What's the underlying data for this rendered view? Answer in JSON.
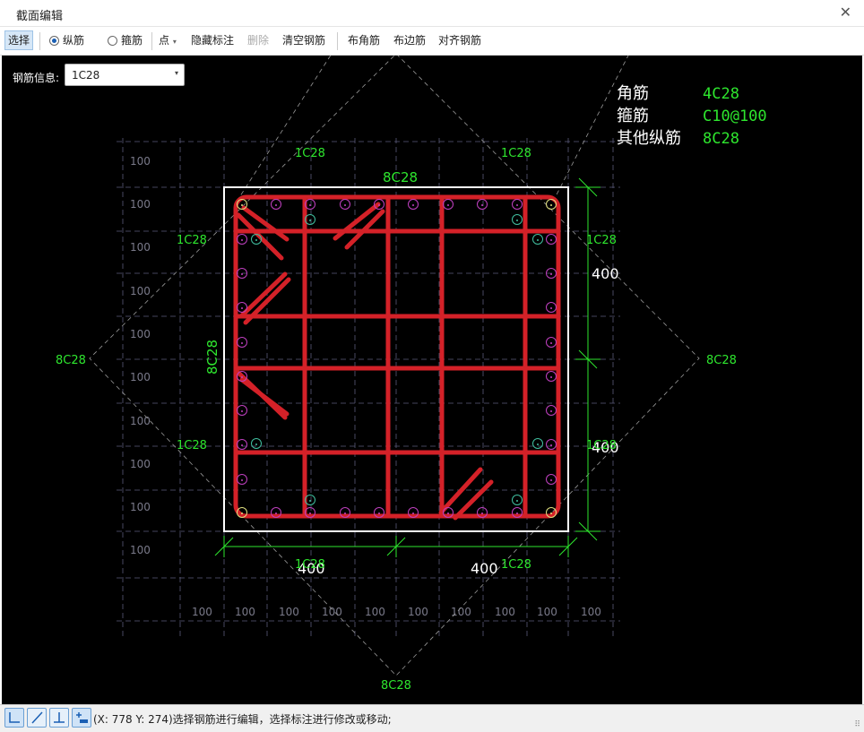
{
  "window": {
    "title": "截面编辑",
    "close_glyph": "✕"
  },
  "toolbar": {
    "select": "选择",
    "radio_longitudinal": "纵筋",
    "radio_stirrup": "箍筋",
    "point_mode": "点",
    "point_caret": "▾",
    "hide_annotation": "隐藏标注",
    "delete": "删除",
    "clear_rebar": "清空钢筋",
    "corner_rebar": "布角筋",
    "edge_rebar": "布边筋",
    "align_rebar": "对齐钢筋"
  },
  "rebar_info": {
    "label": "钢筋信息:",
    "value": "1C28",
    "caret": "▾"
  },
  "legend": [
    {
      "key": "角筋",
      "value": "4C28"
    },
    {
      "key": "箍筋",
      "value": "C10@100"
    },
    {
      "key": "其他纵筋",
      "value": "8C28"
    }
  ],
  "drawing": {
    "section_top_label": "8C28",
    "section_left_label": "8C28",
    "dim_right_upper": "400",
    "dim_right_lower": "400",
    "dim_bottom_left": "400",
    "dim_bottom_right": "400",
    "diamond_left": "8C28",
    "diamond_right": "8C28",
    "diamond_bottom": "8C28",
    "callout_top_left": "1C28",
    "callout_top_right": "1C28",
    "callout_left_upper": "1C28",
    "callout_right_upper": "1C28",
    "callout_left_lower": "1C28",
    "callout_right_lower": "1C28",
    "callout_bottom_left": "1C28",
    "callout_bottom_right": "1C28",
    "grid_label": "100",
    "colors": {
      "rebar": "#d42128",
      "dim": "#2ee62e",
      "grid": "#5a5a7a",
      "ring_side": "#c040c0",
      "ring_inner": "#40c0a0",
      "ring_corner": "#e0e080"
    }
  },
  "statusbar": {
    "text": "(X: 778 Y: 274)选择钢筋进行编辑，选择标注进行修改或移动;",
    "grip": "⠿"
  }
}
